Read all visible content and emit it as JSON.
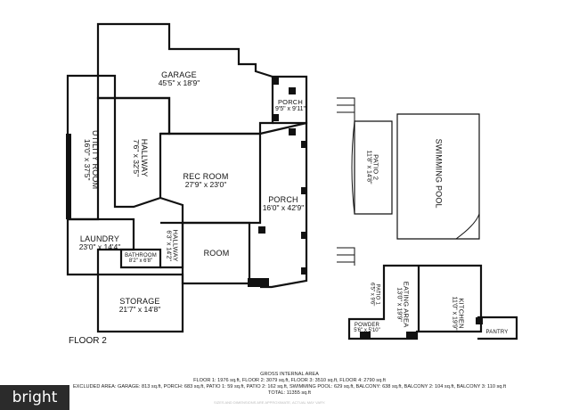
{
  "floor_label": "FLOOR 2",
  "rooms": {
    "garage": {
      "name": "GARAGE",
      "dim": "45'5\" x 18'9\""
    },
    "porch_small": {
      "name": "PORCH",
      "dim": "9'5\" x 9'11\""
    },
    "utility": {
      "name": "UTILITY ROOM",
      "dim": "16'0\" x 37'5\""
    },
    "hallway_upper": {
      "name": "HALLWAY",
      "dim": "7'6\" x 32'5\""
    },
    "rec_room": {
      "name": "REC ROOM",
      "dim": "27'9\" x 23'0\""
    },
    "porch_large": {
      "name": "PORCH",
      "dim": "16'0\" x 42'9\""
    },
    "laundry": {
      "name": "LAUNDRY",
      "dim": "23'0\" x 14'4\""
    },
    "hallway_lower": {
      "name": "HALLWAY",
      "dim": "6'3\" x 14'2\""
    },
    "room": {
      "name": "ROOM",
      "dim": ""
    },
    "bathroom": {
      "name": "BATHROOM",
      "dim": "8'2\" x 6'8\""
    },
    "storage": {
      "name": "STORAGE",
      "dim": "21'7\" x 14'8\""
    },
    "patio2": {
      "name": "PATIO 2",
      "dim": "11'8\" x 14'8\""
    },
    "pool": {
      "name": "SWIMMING POOL",
      "dim": ""
    },
    "patio1": {
      "name": "PATIO 1",
      "dim": "6'5\" x 9'6\""
    },
    "eating": {
      "name": "EATING AREA",
      "dim": "13'0\" x 19'9\""
    },
    "kitchen": {
      "name": "KITCHEN",
      "dim": "11'0\" x 19'9\""
    },
    "powder": {
      "name": "POWDER",
      "dim": "5'6\" x 5'10\""
    },
    "pantry": {
      "name": "PANTRY",
      "dim": ""
    }
  },
  "area": {
    "title": "GROSS INTERNAL AREA",
    "line1": "FLOOR 1: 1976 sq.ft, FLOOR 2: 3079 sq.ft, FLOOR 3: 3510 sq.ft, FLOOR 4: 2790 sq.ft",
    "line2": "EXCLUDED AREA: GARAGE: 813 sq.ft, PORCH: 683 sq.ft, PATIO 1: 59 sq.ft, PATIO 2: 162 sq.ft, SWIMMING POOL: 629 sq.ft, BALCONY: 638 sq.ft, BALCONY 2: 104 sq.ft, BALCONY 3: 110 sq.ft",
    "line3": "TOTAL: 11355 sq.ft"
  },
  "watermark": "SIZES AND DIMENSIONS ARE APPROXIMATE, ACTUAL MAY VARY.",
  "brand": "bright"
}
